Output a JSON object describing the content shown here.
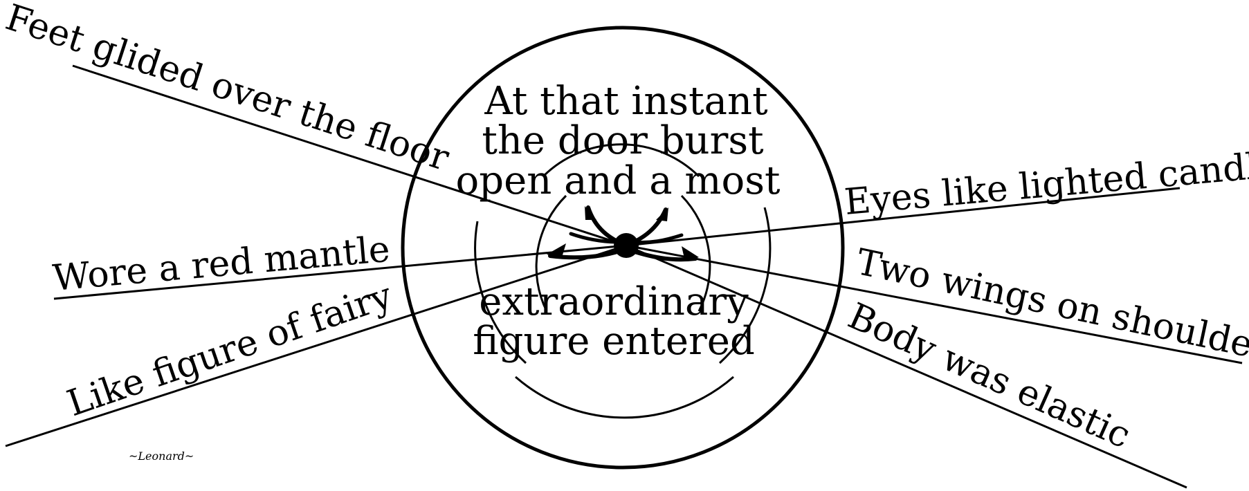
{
  "center": {
    "lines": [
      "At that instant",
      "the door burst",
      "open and a most",
      "extraordinary",
      "figure entered"
    ]
  },
  "spokes": [
    {
      "id": "feet",
      "label": "Feet glided over the floor"
    },
    {
      "id": "mantle",
      "label": "Wore a red mantle"
    },
    {
      "id": "fairy",
      "label": "Like figure of fairy"
    },
    {
      "id": "eyes",
      "label": "Eyes like lighted candles"
    },
    {
      "id": "wings",
      "label": "Two wings on shoulders"
    },
    {
      "id": "body",
      "label": "Body was elastic"
    }
  ],
  "signature": "~Leonard~"
}
